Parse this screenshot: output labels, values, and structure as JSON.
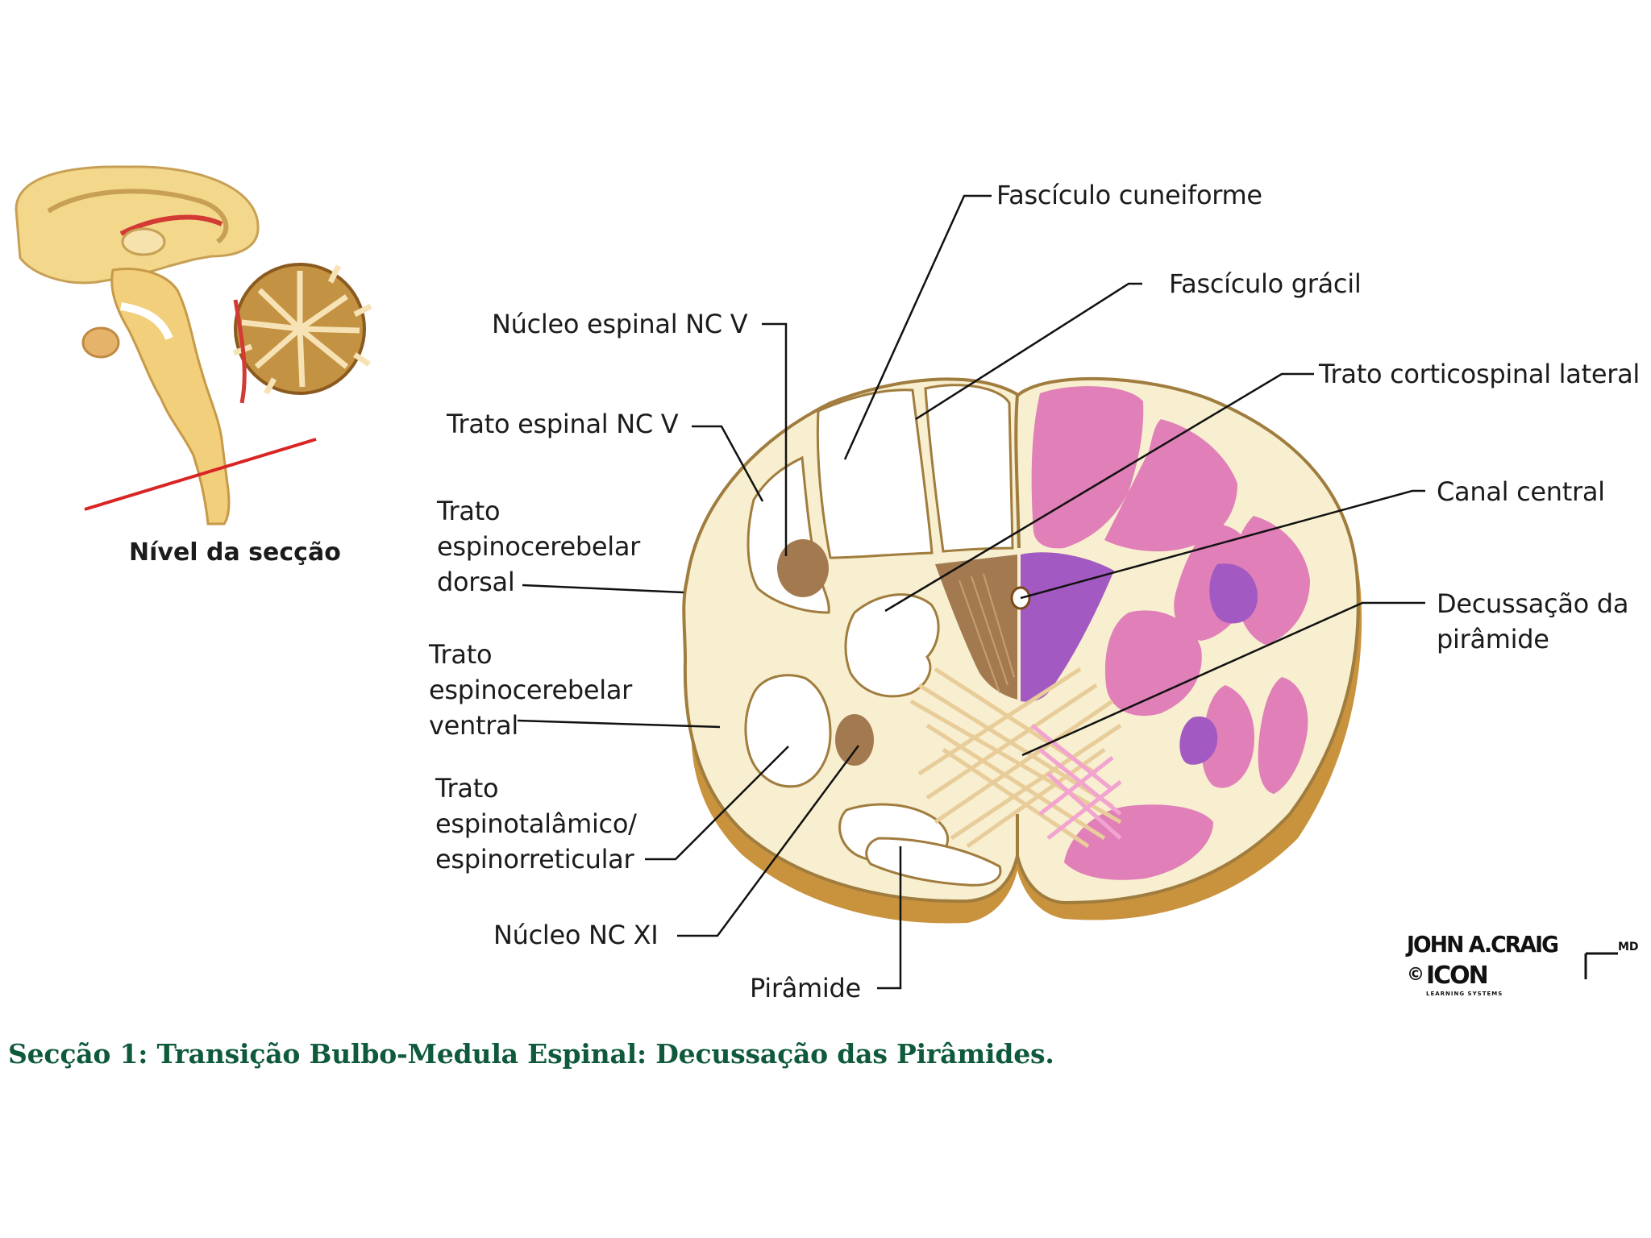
{
  "labels": {
    "fasciculo_cuneiforme": "Fascículo cuneiforme",
    "fasciculo_gracil": "Fascículo grácil",
    "trato_corticospinal_lateral": "Trato corticospinal lateral",
    "canal_central": "Canal central",
    "decussacao": [
      "Decussação da",
      "pirâmide"
    ],
    "nucleo_espinal_nc_v": "Núcleo espinal NC V",
    "trato_espinal_nc_v": "Trato espinal NC V",
    "trato_espinocerebelar_dorsal": [
      "Trato",
      "espinocerebelar",
      "dorsal"
    ],
    "trato_espinocerebelar_ventral": [
      "Trato",
      "espinocerebelar",
      "ventral"
    ],
    "trato_espinotalamico": [
      "Trato",
      "espinotalâmico/",
      "espinorreticular"
    ],
    "nucleo_nc_xi": "Núcleo NC XI",
    "piramide": "Pirâmide"
  },
  "level_caption": "Nível da secção",
  "figure_caption": "Secção 1:  Transição Bulbo-Medula Espinal: Decussação das Pirâmides.",
  "signature": {
    "name": "JOHN A.CRAIG",
    "suffix": "MD",
    "copyright": "©",
    "brand": "ICON",
    "brand_sub": "LEARNING SYSTEMS"
  },
  "colors": {
    "white_matter": "#f7efcf",
    "gray_matter": "#a37a50",
    "outline": "#a07c3e",
    "pink_tract": "#e07fb8",
    "purple_tract": "#a25ac2",
    "section_line": "#d92424",
    "caption": "#0e5a3a"
  }
}
